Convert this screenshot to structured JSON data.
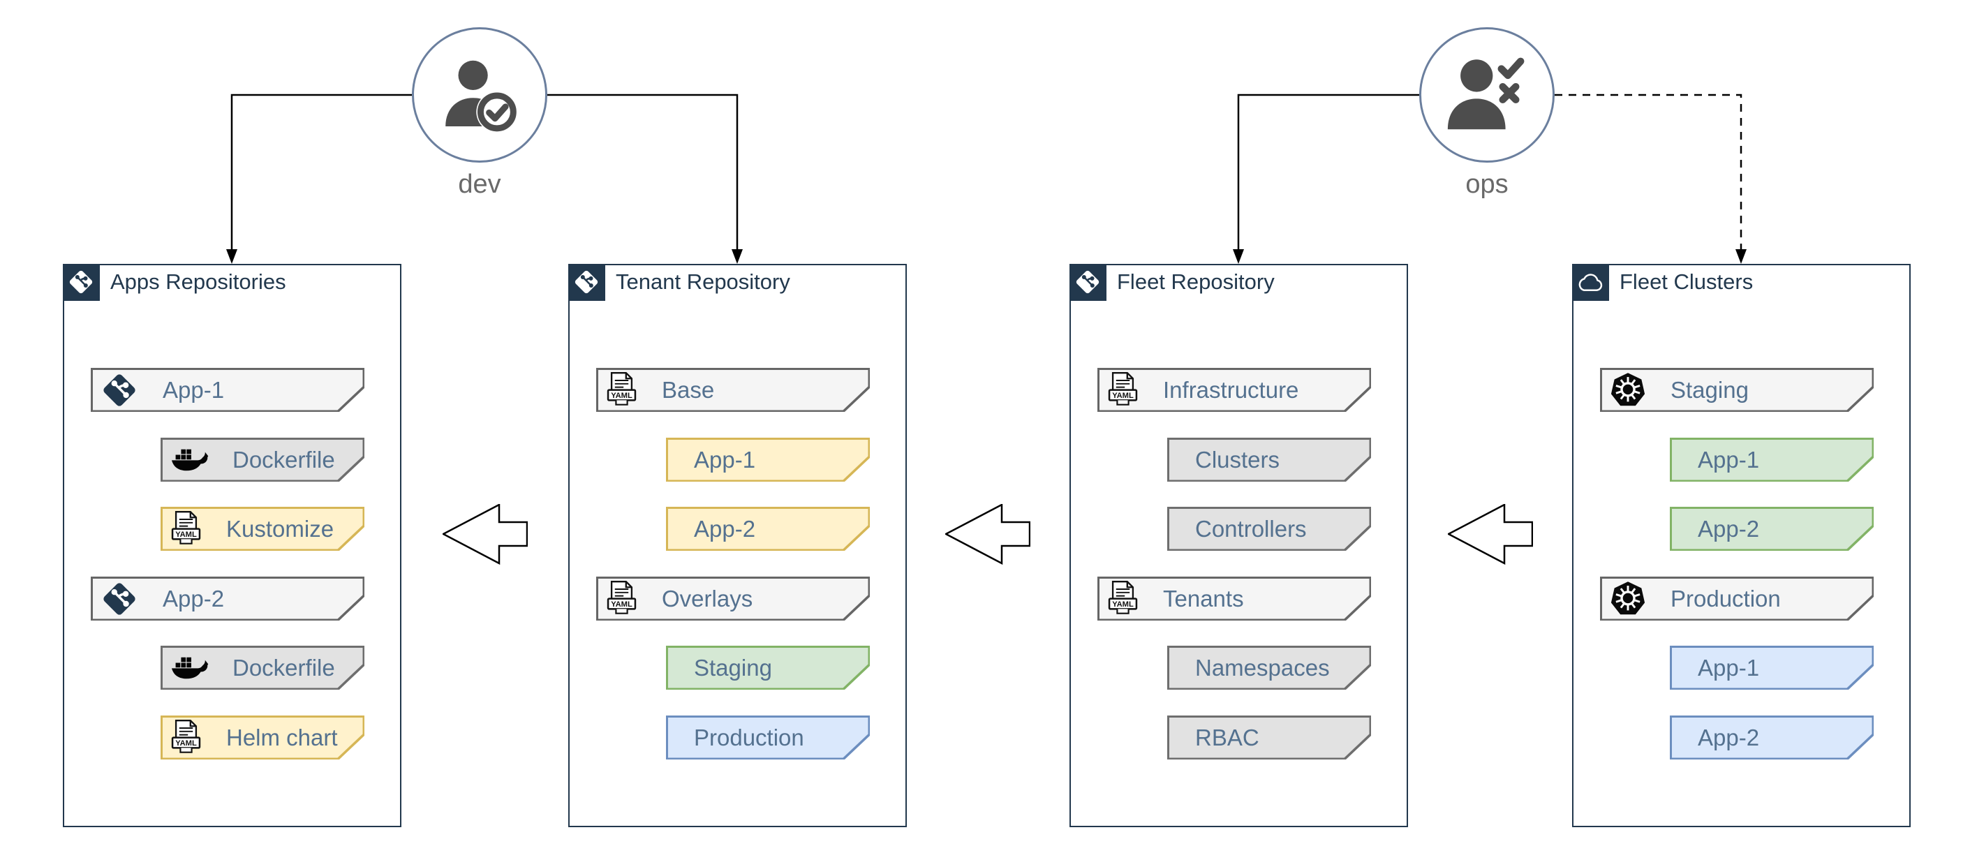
{
  "personas": [
    {
      "label": "dev",
      "icon": "user-check-icon"
    },
    {
      "label": "ops",
      "icon": "user-check-x-icon"
    }
  ],
  "panels": [
    {
      "title": "Apps Repositories",
      "badge_icon": "git-icon",
      "rows": [
        {
          "label": "App-1",
          "icon": "git-icon",
          "style": "lightgray",
          "level": 0
        },
        {
          "label": "Dockerfile",
          "icon": "docker-icon",
          "style": "gray",
          "level": 1
        },
        {
          "label": "Kustomize",
          "icon": "yaml-file-icon",
          "style": "yellow",
          "level": 1
        },
        {
          "label": "App-2",
          "icon": "git-icon",
          "style": "lightgray",
          "level": 0
        },
        {
          "label": "Dockerfile",
          "icon": "docker-icon",
          "style": "gray",
          "level": 1
        },
        {
          "label": "Helm chart",
          "icon": "yaml-file-icon",
          "style": "yellow",
          "level": 1
        }
      ]
    },
    {
      "title": "Tenant Repository",
      "badge_icon": "git-icon",
      "rows": [
        {
          "label": "Base",
          "icon": "yaml-file-icon",
          "style": "lightgray",
          "level": 0
        },
        {
          "label": "App-1",
          "icon": null,
          "style": "yellow",
          "level": 1
        },
        {
          "label": "App-2",
          "icon": null,
          "style": "yellow",
          "level": 1
        },
        {
          "label": "Overlays",
          "icon": "yaml-file-icon",
          "style": "lightgray",
          "level": 0
        },
        {
          "label": "Staging",
          "icon": null,
          "style": "green",
          "level": 1
        },
        {
          "label": "Production",
          "icon": null,
          "style": "blue",
          "level": 1
        }
      ]
    },
    {
      "title": "Fleet Repository",
      "badge_icon": "git-icon",
      "rows": [
        {
          "label": "Infrastructure",
          "icon": "yaml-file-icon",
          "style": "lightgray",
          "level": 0
        },
        {
          "label": "Clusters",
          "icon": null,
          "style": "gray",
          "level": 1
        },
        {
          "label": "Controllers",
          "icon": null,
          "style": "gray",
          "level": 1
        },
        {
          "label": "Tenants",
          "icon": "yaml-file-icon",
          "style": "lightgray",
          "level": 0
        },
        {
          "label": "Namespaces",
          "icon": null,
          "style": "gray",
          "level": 1
        },
        {
          "label": "RBAC",
          "icon": null,
          "style": "gray",
          "level": 1
        }
      ]
    },
    {
      "title": "Fleet Clusters",
      "badge_icon": "cloud-icon",
      "rows": [
        {
          "label": "Staging",
          "icon": "kubernetes-icon",
          "style": "lightgray",
          "level": 0
        },
        {
          "label": "App-1",
          "icon": null,
          "style": "green",
          "level": 1
        },
        {
          "label": "App-2",
          "icon": null,
          "style": "green",
          "level": 1
        },
        {
          "label": "Production",
          "icon": "kubernetes-icon",
          "style": "lightgray",
          "level": 0
        },
        {
          "label": "App-1",
          "icon": null,
          "style": "blue",
          "level": 1
        },
        {
          "label": "App-2",
          "icon": null,
          "style": "blue",
          "level": 1
        }
      ]
    }
  ],
  "connections": [
    {
      "from": "dev",
      "to": "Apps Repositories",
      "line": "solid",
      "arrow": "filled"
    },
    {
      "from": "dev",
      "to": "Tenant Repository",
      "line": "solid",
      "arrow": "filled"
    },
    {
      "from": "ops",
      "to": "Fleet Repository",
      "line": "solid",
      "arrow": "filled"
    },
    {
      "from": "ops",
      "to": "Fleet Clusters",
      "line": "dashed",
      "arrow": "filled"
    },
    {
      "between": "Tenant Repository and Apps Repositories",
      "type": "hollow-block-arrow",
      "direction": "left"
    },
    {
      "between": "Fleet Repository and Tenant Repository",
      "type": "hollow-block-arrow",
      "direction": "left"
    },
    {
      "between": "Fleet Clusters and Fleet Repository",
      "type": "hollow-block-arrow",
      "direction": "left"
    }
  ],
  "colors": {
    "panel_border": "#22384d",
    "badge_background": "#22384d",
    "title_text": "#22384d",
    "row_text": "#54718f",
    "persona_text": "#696969",
    "persona_icon": "#4d4d4d",
    "circle_border": "#6b7f9e",
    "connector": "#000000",
    "lightgray_fill": "#f5f5f5",
    "lightgray_border": "#666666",
    "gray_fill": "#e2e2e2",
    "gray_border": "#6e6e6e",
    "yellow_fill": "#fff2cc",
    "yellow_border": "#d6b656",
    "green_fill": "#d5e8d4",
    "green_border": "#82b366",
    "blue_fill": "#dae8fc",
    "blue_border": "#6c8ebf"
  }
}
